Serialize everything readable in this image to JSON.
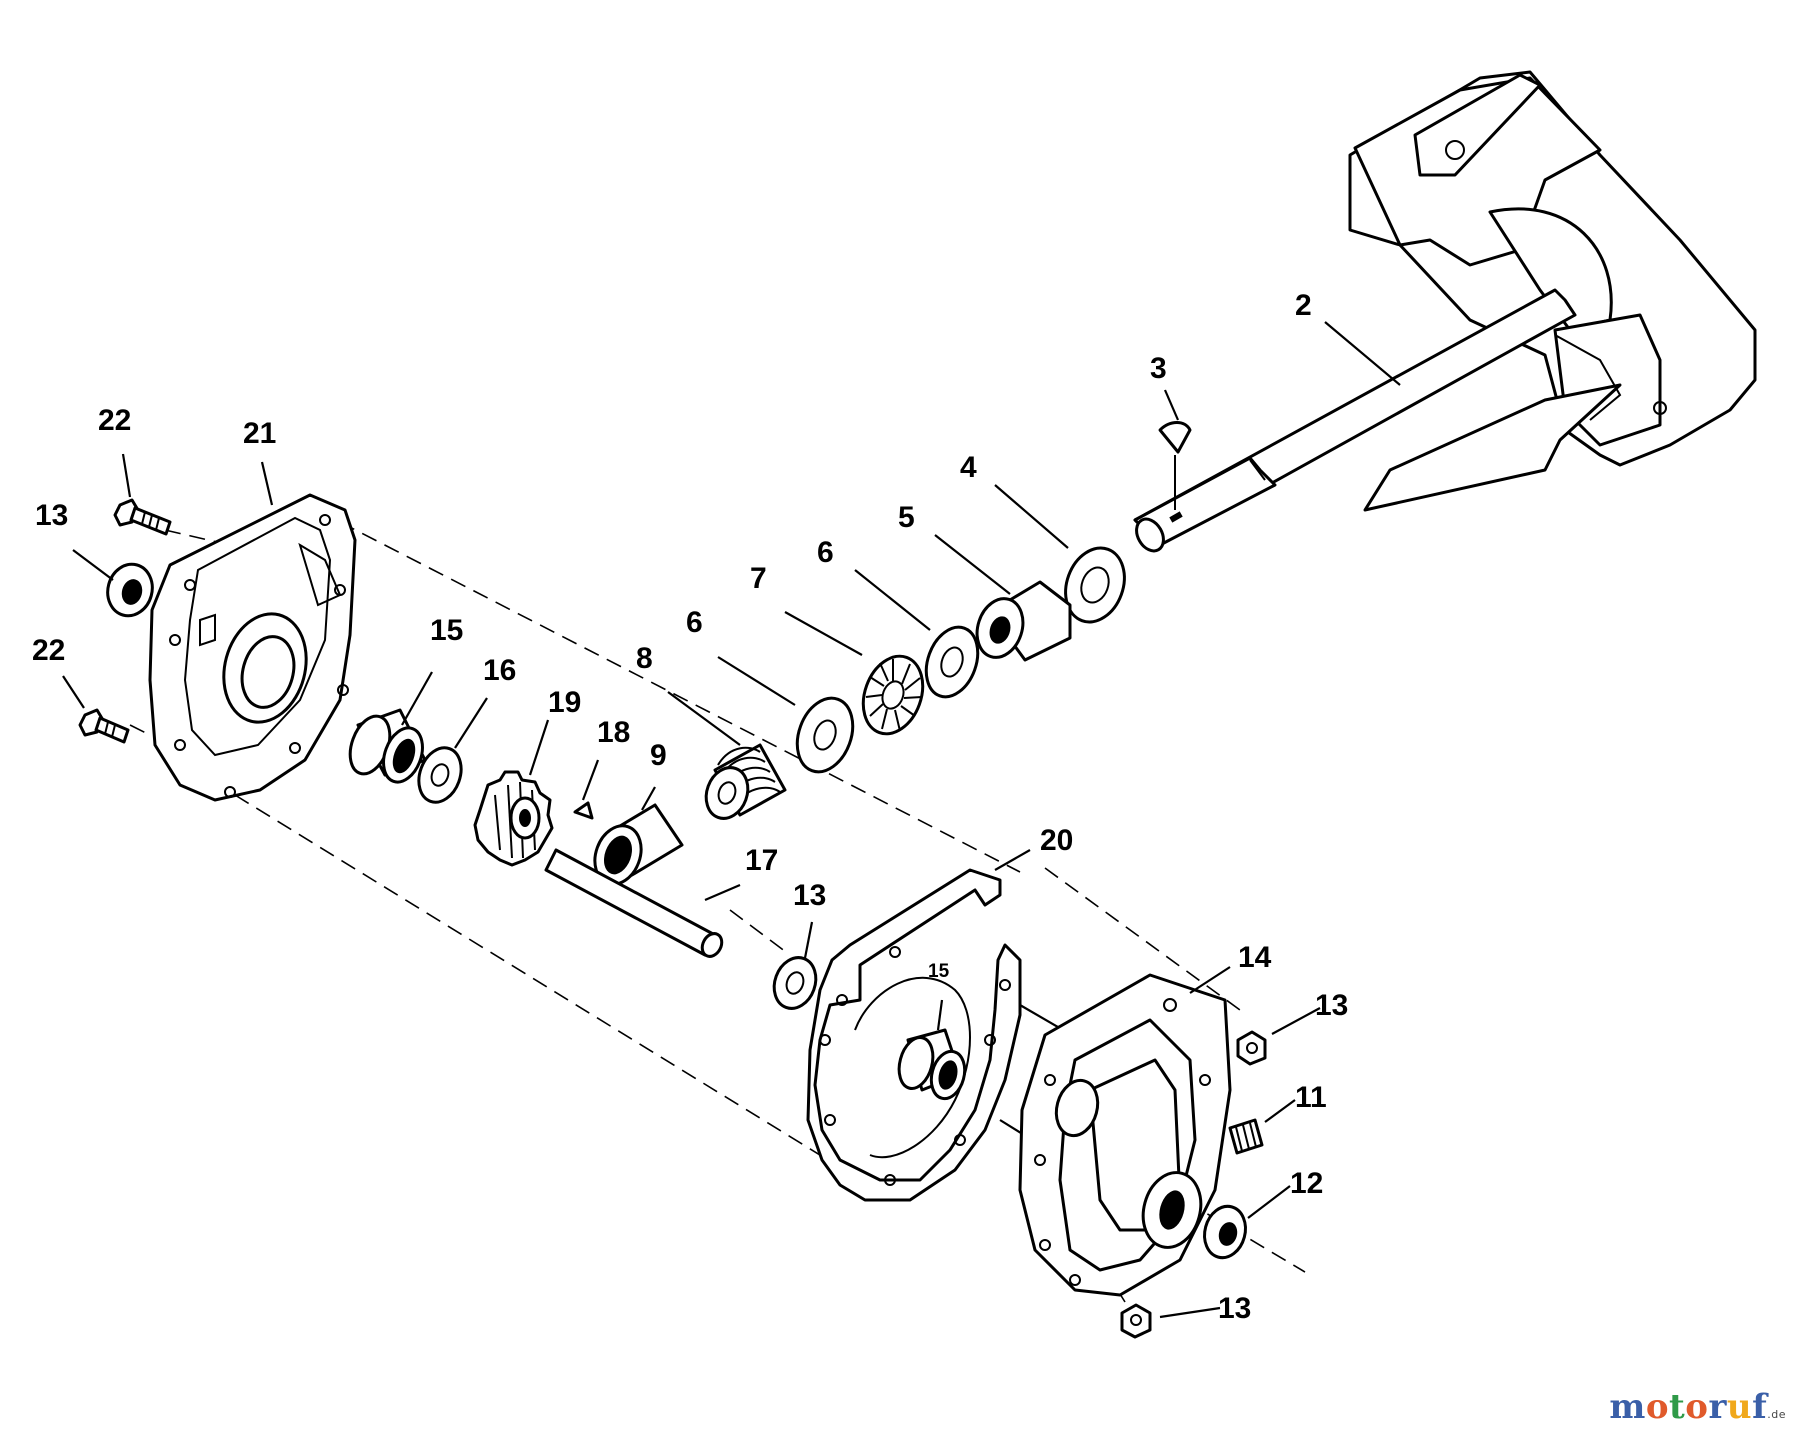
{
  "diagram": {
    "callouts": {
      "c2": "2",
      "c3": "3",
      "c4": "4",
      "c5": "5",
      "c6a": "6",
      "c6b": "6",
      "c7": "7",
      "c8": "8",
      "c9": "9",
      "c11": "11",
      "c12": "12",
      "c13a": "13",
      "c13b": "13",
      "c13c": "13",
      "c13d": "13",
      "c14": "14",
      "c15a": "15",
      "c15b": "15",
      "c16": "16",
      "c17": "17",
      "c18": "18",
      "c19": "19",
      "c20": "20",
      "c21": "21",
      "c22a": "22",
      "c22b": "22"
    }
  },
  "watermark": {
    "text": "motoruf",
    "letters": [
      "m",
      "o",
      "t",
      "o",
      "r",
      "u",
      "f"
    ],
    "suffix": ".de",
    "colors": [
      "#3a5fa8",
      "#e05a2b",
      "#2f9a48",
      "#e05a2b",
      "#3a5fa8",
      "#f0a81c",
      "#3a5fa8"
    ]
  }
}
